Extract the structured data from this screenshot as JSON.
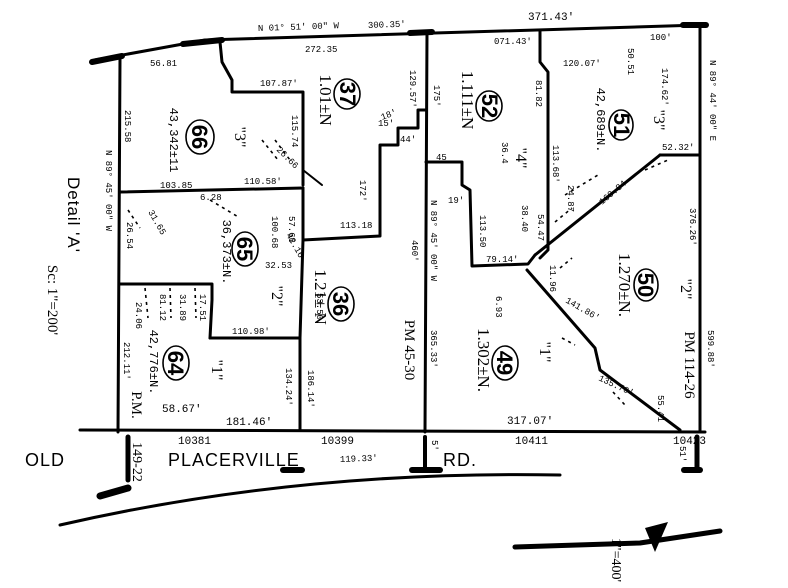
{
  "road": {
    "word1": "OLD",
    "word2": "PLACERVILLE",
    "word3": "RD."
  },
  "detail": {
    "title": "Detail  'A'",
    "scale": "Sc: 1\"=200'",
    "north_scale": "1\"=400'"
  },
  "top_dims": {
    "bearing": "N 01° 51' 00\" W",
    "seg1": "300.35'",
    "total": "371.43'",
    "p37_top": "272.35",
    "p52_top": "071.43'",
    "p51_top1": "120.07'",
    "p51_top2": "50.51",
    "p51_top3": "100'",
    "right_bearing": "N 89° 44' 00\" E",
    "left_top": "56.81"
  },
  "parcels": [
    {
      "number": "66",
      "area": "43,342±11",
      "quote": "3"
    },
    {
      "number": "37",
      "area": "1.01±N",
      "quote": ""
    },
    {
      "number": "52",
      "area": "1.111±N",
      "quote": "4"
    },
    {
      "number": "51",
      "area": "42,689±N.",
      "quote": "3"
    },
    {
      "number": "65",
      "area": "36,373±N.",
      "quote": "2"
    },
    {
      "number": "36",
      "area": "1.21± N",
      "quote": ""
    },
    {
      "number": "50",
      "area": "1.270±N.",
      "quote": "2"
    },
    {
      "number": "64",
      "area": "42,776±N.",
      "quote": "1"
    },
    {
      "number": "49",
      "area": "1.302±N.",
      "quote": "1"
    }
  ],
  "pm_refs": {
    "pm_4530": "PM 45-30",
    "pm_11426": "PM 114-26",
    "pm_left": "P.M.",
    "pm_14922": "149-22"
  },
  "addresses": {
    "a1": "10381",
    "a2": "10399",
    "a3": "10411",
    "a4": "10423"
  },
  "dims": {
    "left_bearing": "N 89° 45' 00\" W",
    "left_side": "215.58",
    "p66_stepA": "107.87'",
    "p66_step1": "115.74",
    "p66_step2": "26.66",
    "p66_bottom": "110.58'",
    "p65_top": "103.85",
    "p65_d1": "31.65",
    "p65_d2": "26.54",
    "p65_d3": "6.28",
    "p65_d4": "100.68",
    "p65_d5": "57.66",
    "p65_d6": "42.16",
    "p65_d7": "32.53",
    "p64_d1": "212.11'",
    "p64_d2": "24.06",
    "p64_d3": "81.12",
    "p64_d4": "31.89",
    "p64_d5": "17.51",
    "p64_d6": "110.98'",
    "p64_d7": "134.24'",
    "p64_bottom1": "58.67'",
    "p64_bottom2": "181.46'",
    "p36_d1": "53.50",
    "p36_d2": "186.14'",
    "p36_d3": "113.18",
    "p36_d4": "172'",
    "p36_d5": "15'",
    "p36_bearing": "N 89° 45' 00\" W",
    "p36_side": "460'",
    "p37_d1": "129.57'",
    "p37_d2": "44'",
    "p37_d3": "18'",
    "p52_d1": "175'",
    "p52_d2": "81.82",
    "p52_d3": "113.68'",
    "p52_d4": "36.4",
    "p52_d5": "113.50",
    "p52_d6": "38.40",
    "p52_d7": "54.47",
    "p52_d8": "79.14'",
    "p51_d1": "174.62'",
    "p51_d2": "52.32'",
    "p51_d3": "169.84",
    "p51_d4": "24.87",
    "p50_d1": "376.26'",
    "p50_d2": "141.86'",
    "p50_d3": "11.96",
    "p49_d1": "6.93",
    "p49_d2": "365.33'",
    "p49_d3": "135.70'",
    "p49_d4": "55.41",
    "p49_bottom": "317.07'",
    "right_side": "599.88'",
    "road_dim": "119.33'",
    "small_1": "45",
    "small_2": "19'",
    "small_3": "5'",
    "small_4": "51'"
  }
}
